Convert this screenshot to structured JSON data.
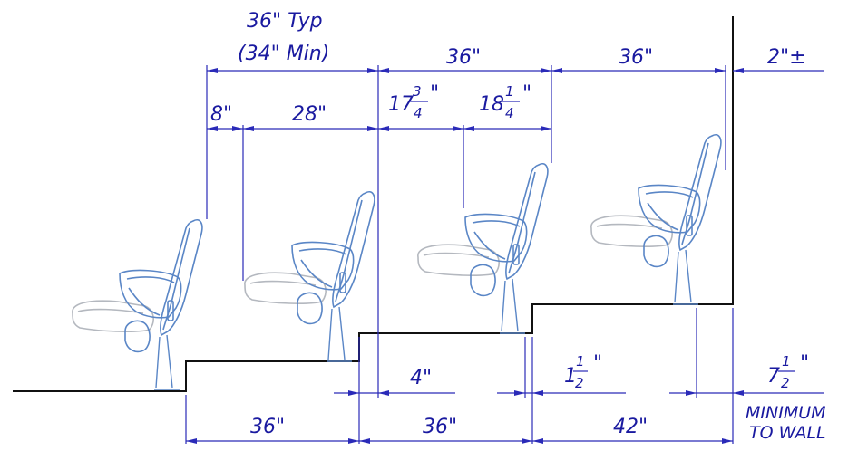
{
  "colors": {
    "dimension": "#2a2ab8",
    "text": "#1a1aa0",
    "floor": "#111111",
    "chair_outline": "#5a86c6",
    "seat_outline": "#b4b8bf"
  },
  "labels": {
    "typ": "36\" Typ",
    "min": "(34\" Min)",
    "row_spacing_2": "36\"",
    "row_spacing_3": "36\"",
    "wall_clearance_top": "2\"±",
    "back_offset": "8\"",
    "seat_depth": "28\"",
    "split_a_whole": "17",
    "split_a_num": "3",
    "split_a_den": "4",
    "split_a_unit": "\"",
    "split_b_whole": "18",
    "split_b_num": "1",
    "split_b_den": "4",
    "split_b_unit": "\"",
    "riser_offset": "4\"",
    "leg_offset_whole": "1",
    "leg_offset_num": "1",
    "leg_offset_den": "2",
    "leg_offset_unit": "\"",
    "wall_min_whole": "7",
    "wall_min_num": "1",
    "wall_min_den": "2",
    "wall_min_unit": "\"",
    "minimum": "MINIMUM",
    "to_wall": "TO WALL",
    "tread_1": "36\"",
    "tread_2": "36\"",
    "tread_3": "42\""
  }
}
